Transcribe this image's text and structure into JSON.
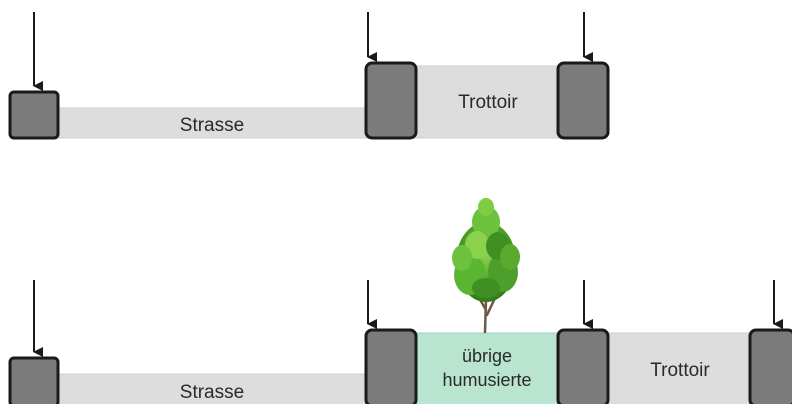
{
  "top_row": {
    "street_label": "Strasse",
    "sidewalk_label": "Trottoir"
  },
  "bottom_row": {
    "street_label": "Strasse",
    "green_label_line1": "übrige",
    "green_label_line2": "humusierte",
    "sidewalk_label": "Trottoir",
    "tree_icon": "tree-icon"
  },
  "colors": {
    "curb": "#7b7b7b",
    "surface": "#dddddd",
    "green_strip": "#b9e4cf",
    "outline": "#1a1a1a"
  }
}
